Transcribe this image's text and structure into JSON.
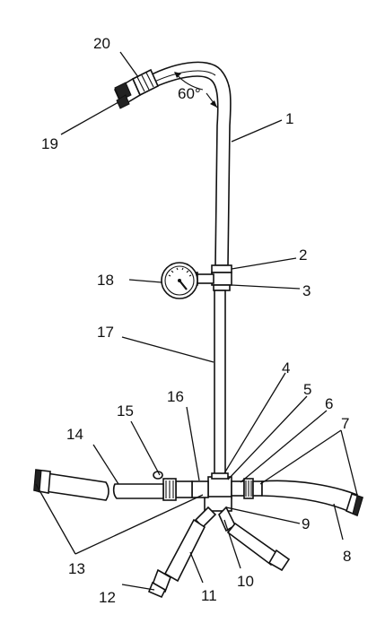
{
  "angle_annotation": "60°",
  "callouts": [
    "1",
    "2",
    "3",
    "4",
    "5",
    "6",
    "7",
    "8",
    "9",
    "10",
    "11",
    "12",
    "13",
    "14",
    "15",
    "16",
    "17",
    "18",
    "19",
    "20"
  ]
}
